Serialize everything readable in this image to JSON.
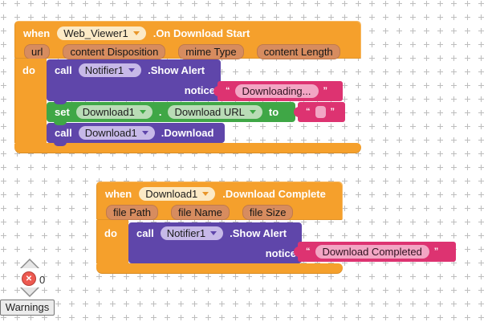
{
  "glyphs": {
    "open_quote": "“",
    "close_quote": "”",
    "error_x": "✕"
  },
  "colors": {
    "event": "#F5A02C",
    "method": "#5F46AA",
    "setter": "#3FA746",
    "text_block": "#DD3371",
    "grid": "#bdbdbd"
  },
  "status_bar": {
    "error_count": "0",
    "warnings_button": "Warnings"
  },
  "block1": {
    "when_label": "when",
    "component": "Web_Viewer1",
    "event_label": ".On Download Start",
    "do_label": "do",
    "params": [
      "url",
      "content Disposition",
      "mime Type",
      "content Length"
    ],
    "call_show_alert": {
      "call_label": "call",
      "component": "Notifier1",
      "method_label": ".Show Alert",
      "arg_label": "notice",
      "arg_value": "Downloading..."
    },
    "set_download_url": {
      "set_label": "set",
      "component": "Download1",
      "dot_label": ".",
      "property": "Download URL",
      "to_label": "to",
      "value": ""
    },
    "call_download": {
      "call_label": "call",
      "component": "Download1",
      "method_label": ".Download"
    }
  },
  "block2": {
    "when_label": "when",
    "component": "Download1",
    "event_label": ".Download Complete",
    "do_label": "do",
    "params": [
      "file Path",
      "file Name",
      "file Size"
    ],
    "call_show_alert": {
      "call_label": "call",
      "component": "Notifier1",
      "method_label": ".Show Alert",
      "arg_label": "notice",
      "arg_value": "Download Completed"
    }
  }
}
